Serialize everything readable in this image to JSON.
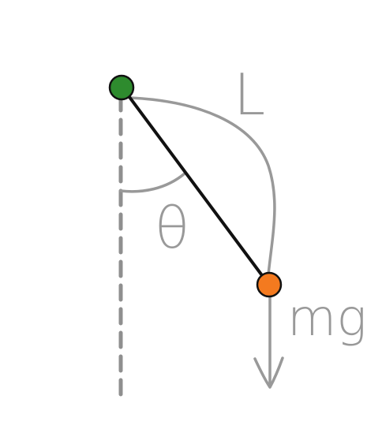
{
  "labels": {
    "length": "L",
    "angle": "θ",
    "force": "mg"
  },
  "colors": {
    "pivot": "#2e8b2e",
    "bob": "#f47a1f",
    "rod": "#111111",
    "annotation": "#999999"
  },
  "icons": {
    "pivot": "green-circle",
    "bob": "orange-circle",
    "force_arrow": "down-arrow"
  }
}
